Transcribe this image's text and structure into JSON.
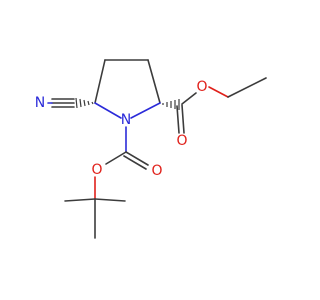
{
  "molecule": {
    "atoms": {
      "N_ring": "N",
      "N_nitrile": "N",
      "O_ester_carbonyl": "O",
      "O_ester_ether": "O",
      "O_carbamate_carbonyl": "O",
      "O_carbamate_ether": "O"
    },
    "colors": {
      "bond": "#3c3c3c",
      "oxygen": "#e0201a",
      "nitrogen": "#2b2bd9",
      "background": "#ffffff"
    }
  }
}
